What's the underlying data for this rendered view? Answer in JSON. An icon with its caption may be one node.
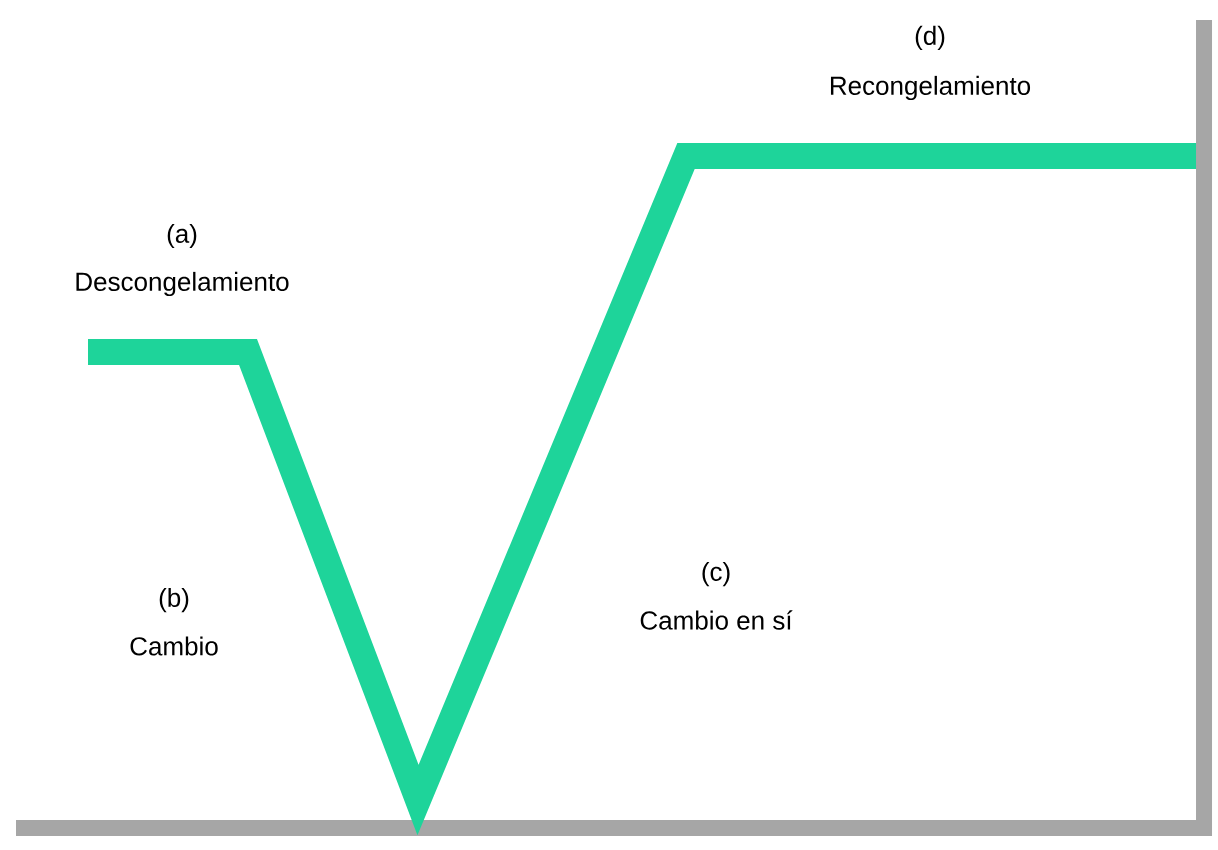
{
  "diagram": {
    "labels": [
      "(d)",
      "Recongelamiento",
      "(a)",
      "Descongelamiento",
      "(c)",
      "(b)",
      "Cambio en sí",
      "Cambio"
    ]
  }
}
